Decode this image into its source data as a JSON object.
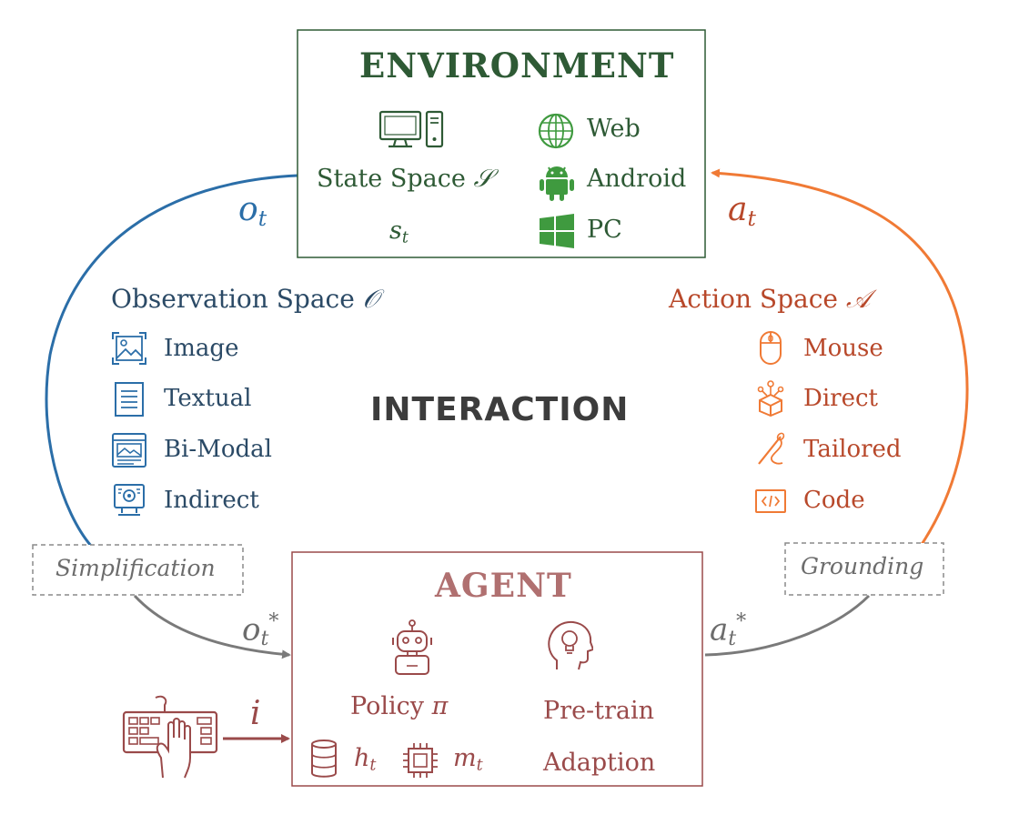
{
  "environment": {
    "title": "ENVIRONMENT",
    "state_space_label": "State Space",
    "state_space_symbol": "𝒮",
    "state_symbol": "s",
    "state_sub": "t",
    "platforms": [
      "Web",
      "Android",
      "PC"
    ]
  },
  "observation": {
    "title": "Observation Space",
    "symbol": "𝒪",
    "items": [
      "Image",
      "Textual",
      "Bi-Modal",
      "Indirect"
    ],
    "color": "#2b6ea8"
  },
  "action": {
    "title": "Action Space",
    "symbol": "𝒜",
    "items": [
      "Mouse",
      "Direct",
      "Tailored",
      "Code"
    ],
    "color": "#f07a35"
  },
  "interaction": "INTERACTION",
  "agent": {
    "title": "AGENT",
    "policy": "Policy",
    "policy_symbol": "π",
    "pretrain": "Pre-train",
    "adaption": "Adaption",
    "h_symbol": "h",
    "m_symbol": "m",
    "sub": "t"
  },
  "flows": {
    "o": "o",
    "a": "a",
    "t": "t",
    "star": "*",
    "i": "i",
    "simplification": "Simplification",
    "grounding": "Grounding"
  }
}
